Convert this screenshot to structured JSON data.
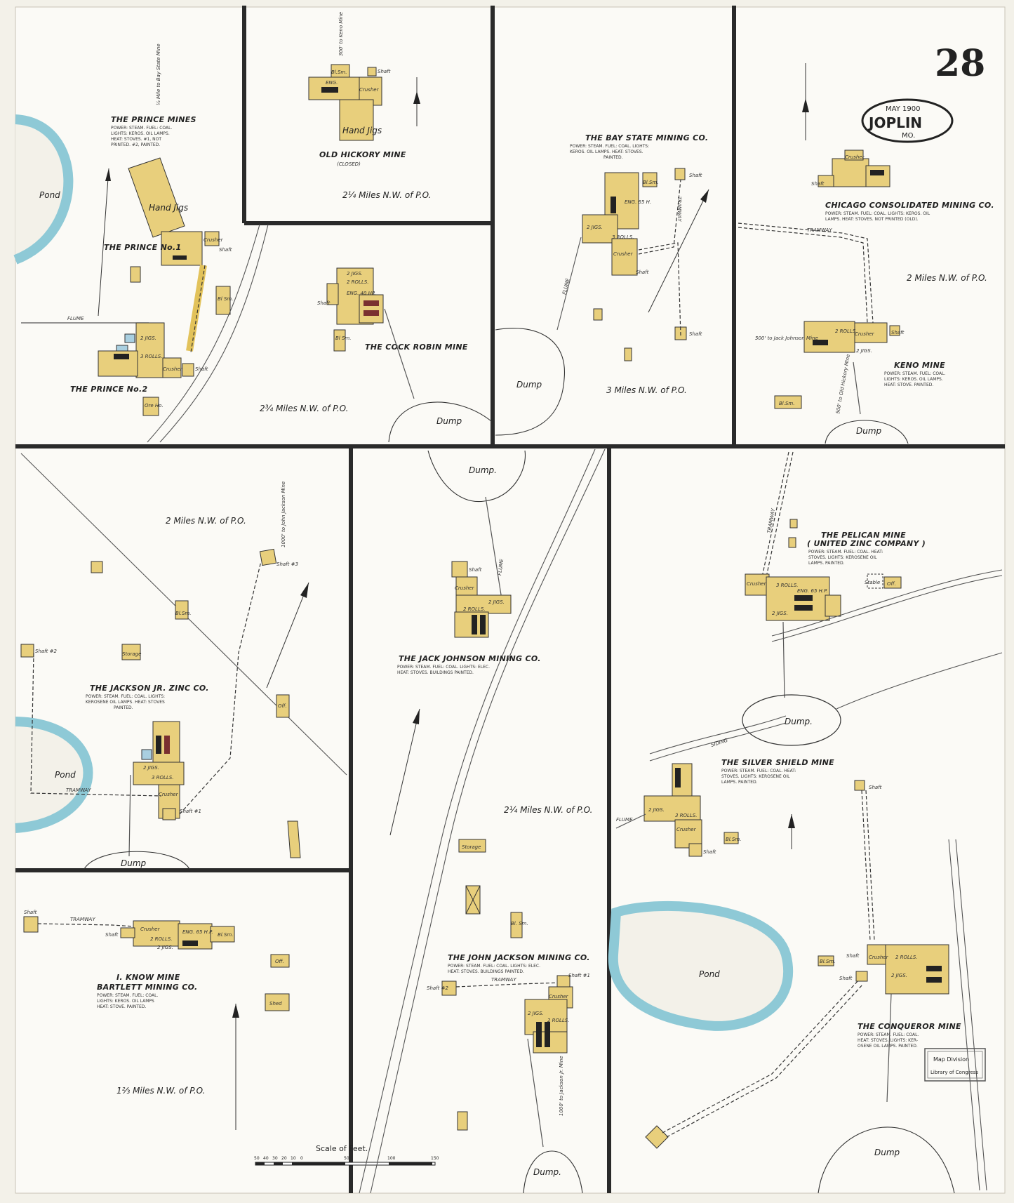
{
  "sheet": {
    "page_number": "28",
    "stamp_date": "MAY 1900",
    "stamp_city": "JOPLIN",
    "stamp_state": "MO.",
    "scale_title": "Scale of Feet.",
    "scale_ticks": [
      "50",
      "40",
      "30",
      "20",
      "10",
      "0",
      "50",
      "100",
      "150"
    ],
    "library_stamp_line1": "Map Division",
    "library_stamp_line2": "Library of Congress"
  },
  "colors": {
    "paper": "#f3f1e9",
    "brick": "#e8cf7c",
    "pond": "#8ec9d6",
    "border": "#2a2a2a"
  },
  "panels": {
    "prince": {
      "title": "THE PRINCE MINES",
      "notes": [
        "POWER: STEAM. FUEL: COAL.",
        "LIGHTS: KEROS. OIL LAMPS.",
        "HEAT: STOVES. #1, NOT",
        "PRINTED. #2, PAINTED."
      ],
      "no1": "THE PRINCE No.1",
      "no2": "THE PRINCE No.2",
      "pond": "Pond",
      "hand_jigs": "Hand Jigs",
      "flume": "FLUME",
      "road_note": "½ Mile to Bay State Mine",
      "crusher1": "Crusher",
      "shaft1": "Shaft",
      "crusher2": "Crusher",
      "shaft2": "Shaft",
      "jigs": "2 JIGS.",
      "rolls": "3 ROLLS.",
      "bl_sm": "Bl Sm.",
      "ore_ho": "Ore Ho."
    },
    "hickory": {
      "title": "OLD HICKORY MINE",
      "subtitle": "(CLOSED)",
      "distance": "2¼ Miles N.W. of P.O.",
      "hand_jigs": "Hand Jigs",
      "crusher": "Crusher",
      "shaft": "Shaft",
      "bl_sm": "Bl.Sm.",
      "eng": "ENG.",
      "road_note": "300' to Keno Mine"
    },
    "cockrobin": {
      "title": "THE COCK ROBIN MINE",
      "distance": "2¾ Miles N.W. of P.O.",
      "dump": "Dump",
      "jigs": "2 JIGS.",
      "rolls": "2 ROLLS.",
      "eng": "ENG. 40 HP.",
      "shaft": "Shaft",
      "bl_sm": "Bl Sm."
    },
    "baystate": {
      "title": "THE BAY STATE MINING CO.",
      "notes": [
        "POWER: STEAM. FUEL: COAL. LIGHTS:",
        "KEROS. OIL LAMPS. HEAT: STOVES.",
        "PAINTED."
      ],
      "distance": "3 Miles N.W. of P.O.",
      "dump": "Dump",
      "jigs": "2 JIGS.",
      "rolls": "3 ROLLS.",
      "crusher": "Crusher",
      "shaft": "Shaft",
      "shaft2": "Shaft",
      "shaft3": "Shaft",
      "bl_sm": "Bl.Sm.",
      "eng": "ENG. 65 H.",
      "flume": "FLUME",
      "tramway": "TRAMWAY"
    },
    "keno": {
      "chicago_title": "CHICAGO CONSOLIDATED MINING CO.",
      "chicago_notes": [
        "POWER: STEAM. FUEL: COAL. LIGHTS: KEROS. OIL",
        "LAMPS. HEAT: STOVES. NOT PRINTED (OLD)."
      ],
      "distance": "2 Miles N.W. of P.O.",
      "title": "KENO MINE",
      "notes": [
        "POWER: STEAM. FUEL: COAL.",
        "LIGHTS: KEROS. OIL LAMPS.",
        "HEAT: STOVE. PAINTED."
      ],
      "dump": "Dump",
      "crusher": "Crusher",
      "shaft": "Shaft",
      "crusher2": "Crusher",
      "shaft2": "Shaft",
      "jigs": "2 JIGS.",
      "rolls": "2 ROLLS.",
      "bl_sm": "Bl.Sm.",
      "road_note1": "500' to Jack Johnson Mine",
      "road_note2": "500' to Old Hickory Mine",
      "tramway": "TRAMWAY"
    },
    "jacksonjr": {
      "distance": "2 Miles N.W. of P.O.",
      "title": "THE JACKSON JR. ZINC CO.",
      "notes": [
        "POWER: STEAM. FUEL: COAL. LIGHTS:",
        "KEROSENE OIL LAMPS. HEAT: STOVES",
        "PAINTED."
      ],
      "pond": "Pond",
      "dump": "Dump",
      "storage": "Storage",
      "off": "Off.",
      "bl_sm": "Bl.Sm.",
      "shaft2": "Shaft #2",
      "shaft3": "Shaft #3",
      "shaft1": "Shaft #1",
      "crusher": "Crusher",
      "jigs": "2 JIGS.",
      "rolls": "3 ROLLS.",
      "tramway": "TRAMWAY",
      "road_note": "1000' to John Jackson Mine"
    },
    "iknow": {
      "title1": "I. KNOW MINE",
      "title2": "BARTLETT MINING CO.",
      "notes": [
        "POWER: STEAM. FUEL: COAL.",
        "LIGHTS: KEROS. OIL LAMPS",
        "HEAT: STOVE. PAINTED."
      ],
      "distance": "1⅔ Miles N.W. of P.O.",
      "crusher": "Crusher",
      "shaft": "Shaft",
      "shaft2": "Shaft",
      "jigs": "2 JIGS.",
      "rolls": "2 ROLLS.",
      "eng": "ENG. 65 H.P.",
      "bl_sm": "Bl.Sm.",
      "off": "Off.",
      "shed": "Shed",
      "tramway": "TRAMWAY"
    },
    "jackjohnson": {
      "dump_top": "Dump.",
      "title": "THE JACK JOHNSON MINING CO.",
      "notes": [
        "POWER: STEAM. FUEL: COAL. LIGHTS: ELEC.",
        "HEAT: STOVES. BUILDINGS PAINTED."
      ],
      "distance": "2¼ Miles N.W. of P.O.",
      "shaft": "Shaft",
      "crusher": "Crusher",
      "jigs": "2 JIGS.",
      "rolls": "2 ROLLS.",
      "flume": "FLUME",
      "storage": "Storage",
      "bl_sm": "Bl. Sm.",
      "jj_title": "THE JOHN JACKSON MINING CO.",
      "jj_notes": [
        "POWER: STEAM. FUEL: COAL. LIGHTS: ELEC.",
        "HEAT: STOVES. BUILDINGS PAINTED."
      ],
      "jj_shaft1": "Shaft #1",
      "jj_shaft2": "Shaft #2",
      "jj_crusher": "Crusher",
      "jj_jigs": "2 JIGS.",
      "jj_rolls": "2 ROLLS.",
      "jj_tramway": "TRAMWAY",
      "dump_bottom": "Dump.",
      "road_note": "1000' to Jackson Jr. Mine",
      "scale_label": "Scale of Feet."
    },
    "east": {
      "pelican_title": "THE PELICAN MINE",
      "pelican_sub": "( UNITED ZINC COMPANY )",
      "pelican_notes": [
        "POWER: STEAM. FUEL: COAL. HEAT:",
        "STOVES. LIGHTS: KEROSENE OIL",
        "LAMPS. PAINTED."
      ],
      "pelican_crusher": "Crusher",
      "pelican_jigs": "2 JIGS.",
      "pelican_rolls": "3 ROLLS.",
      "pelican_eng": "ENG. 65 H.P.",
      "stable": "Stable",
      "off": "Off.",
      "dump1": "Dump.",
      "siding": "SIDING",
      "tramway": "TRAMWAY",
      "silver_title": "THE SILVER SHIELD MINE",
      "silver_notes": [
        "POWER: STEAM. FUEL: COAL. HEAT:",
        "STOVES. LIGHTS: KEROSENE OIL",
        "LAMPS. PAINTED."
      ],
      "silver_crusher": "Crusher",
      "silver_jigs": "2 JIGS.",
      "silver_rolls": "3 ROLLS.",
      "silver_shaft": "Shaft",
      "silver_flume": "FLUME",
      "bl_sm": "Bl.Sm.",
      "pond": "Pond",
      "conq_title": "THE CONQUEROR MINE",
      "conq_notes": [
        "POWER: STEAM. FUEL: COAL.",
        "HEAT: STOVES. LIGHTS: KER-",
        "OSENE OIL LAMPS. PAINTED."
      ],
      "conq_crusher": "Crusher",
      "conq_jigs": "2 JIGS.",
      "conq_rolls": "2 ROLLS.",
      "conq_shaft": "Shaft",
      "conq_shaft2": "Shaft",
      "conq_shaft3": "Shaft",
      "conq_bl": "Bl.Sm.",
      "dump2": "Dump"
    }
  }
}
